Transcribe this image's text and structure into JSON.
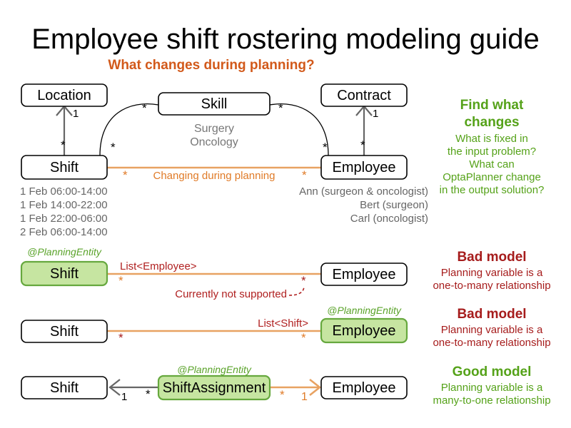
{
  "header": {
    "title": "Employee shift rostering modeling guide",
    "subtitle": "What changes during planning?"
  },
  "colors": {
    "orange": "#e07b28",
    "orange_line": "#e8a262",
    "green_text": "#55a219",
    "green_fill": "#c6e5a1",
    "green_border": "#66a83e",
    "red": "#a61c1c",
    "gray_text": "#666666",
    "black": "#000000"
  },
  "domain_diagram": {
    "boxes": {
      "location": "Location",
      "skill": "Skill",
      "contract": "Contract",
      "shift": "Shift",
      "employee": "Employee"
    },
    "multiplicities": {
      "location_one": "1",
      "contract_one": "1",
      "shift_to_location": "*",
      "shift_to_skill": "*",
      "skill_left": "*",
      "skill_right": "*",
      "employee_to_skill": "*",
      "employee_to_contract": "*",
      "shift_to_employee": "*",
      "employee_to_shift": "*"
    },
    "planning_link_label": "Changing during planning",
    "skill_examples": [
      "Surgery",
      "Oncology"
    ],
    "shift_instances": [
      "1 Feb 06:00-14:00",
      "1 Feb 14:00-22:00",
      "1 Feb 22:00-06:00",
      "2 Feb 06:00-14:00"
    ],
    "employee_instances": [
      "Ann (surgeon & oncologist)",
      "Bert (surgeon)",
      "Carl (oncologist)"
    ]
  },
  "side_notes": {
    "find_what_changes": {
      "heading_lines": [
        "Find what",
        "changes"
      ],
      "body_lines": [
        "What is fixed in",
        "the input problem?",
        "What can",
        "OptaPlanner change",
        "in the output solution?"
      ]
    },
    "bad_model_1": {
      "heading": "Bad model",
      "body_lines": [
        "Planning variable is a",
        "one-to-many relationship"
      ]
    },
    "bad_model_2": {
      "heading": "Bad model",
      "body_lines": [
        "Planning variable is a",
        "one-to-many relationship"
      ]
    },
    "good_model": {
      "heading": "Good model",
      "body_lines": [
        "Planning variable is a",
        "many-to-one relationship"
      ]
    }
  },
  "model_rows": {
    "row1": {
      "annotation": "@PlanningEntity",
      "left_box": "Shift",
      "right_box": "Employee",
      "link_label": "List<Employee>",
      "note": "Currently not supported",
      "left_mult": "*",
      "right_mult": "*"
    },
    "row2": {
      "annotation": "@PlanningEntity",
      "left_box": "Shift",
      "right_box": "Employee",
      "link_label": "List<Shift>",
      "left_mult": "*",
      "right_mult": "*"
    },
    "row3": {
      "annotation": "@PlanningEntity",
      "left_box": "Shift",
      "middle_box": "ShiftAssignment",
      "right_box": "Employee",
      "left_mult_one": "1",
      "left_mult_star": "*",
      "right_mult_star": "*",
      "right_mult_one": "1"
    }
  }
}
